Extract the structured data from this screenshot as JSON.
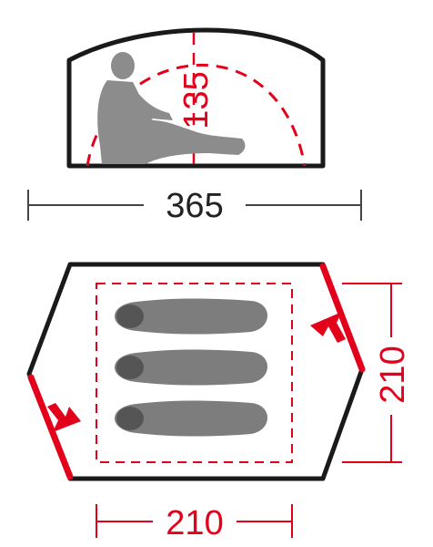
{
  "side_view": {
    "height_label": "135",
    "length_label": "365"
  },
  "floor_plan": {
    "width_label": "210",
    "depth_label": "210",
    "sleeping_bag_count": 3,
    "door_count": 2
  },
  "colors": {
    "outline": "#1a1a1a",
    "accent_red": "#e3001b",
    "figure_gray": "#8c8c8c",
    "bag_gray": "#7d7d7d",
    "bag_dark": "#555555",
    "dimension_line": "#444444",
    "dimension_text": "#222222"
  }
}
